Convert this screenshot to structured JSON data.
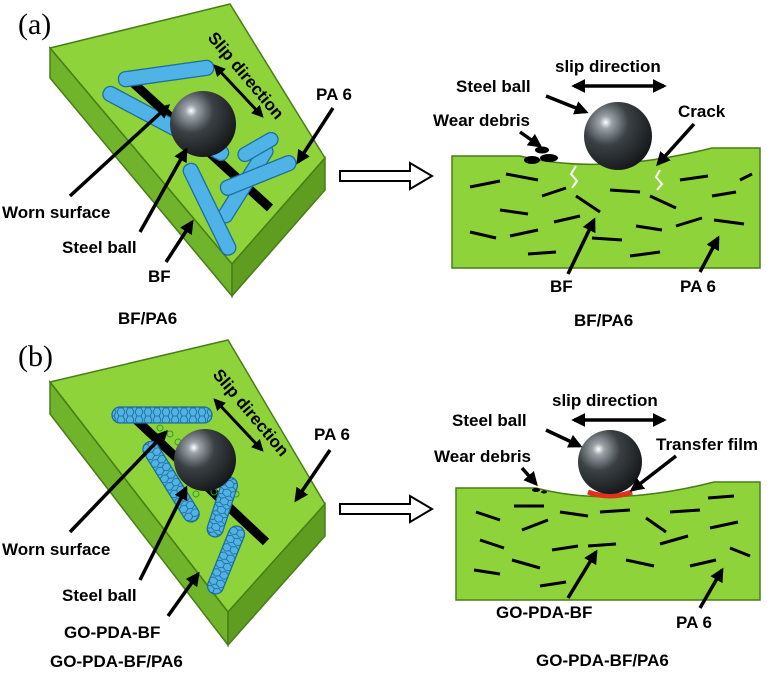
{
  "panel_a": {
    "letter": "(a)",
    "left": {
      "slip_direction": "Slip direction",
      "pa6": "PA 6",
      "worn_surface": "Worn  surface",
      "steel_ball": "Steel ball",
      "fiber": "BF",
      "caption": "BF/PA6"
    },
    "right": {
      "slip_direction": "slip direction",
      "steel_ball": "Steel ball",
      "wear_debris": "Wear debris",
      "crack": "Crack",
      "fiber": "BF",
      "pa6": "PA 6",
      "caption": "BF/PA6"
    }
  },
  "panel_b": {
    "letter": "(b)",
    "left": {
      "slip_direction": "Slip direction",
      "pa6": "PA 6",
      "worn_surface": "Worn  surface",
      "steel_ball": "Steel ball",
      "fiber": "GO-PDA-BF",
      "caption": "GO-PDA-BF/PA6"
    },
    "right": {
      "slip_direction": "slip direction",
      "steel_ball": "Steel ball",
      "wear_debris": "Wear debris",
      "transfer_film": "Transfer film",
      "fiber": "GO-PDA-BF",
      "pa6": "PA 6",
      "caption": "GO-PDA-BF/PA6"
    }
  },
  "colors": {
    "matrix_green": "#8ed33a",
    "matrix_dark": "#5e9d1f",
    "fiber_blue": "#4fb3e8",
    "fiber_outline": "#1d6f9c",
    "ball": "#2e3336",
    "transfer_film": "#e0301e"
  }
}
